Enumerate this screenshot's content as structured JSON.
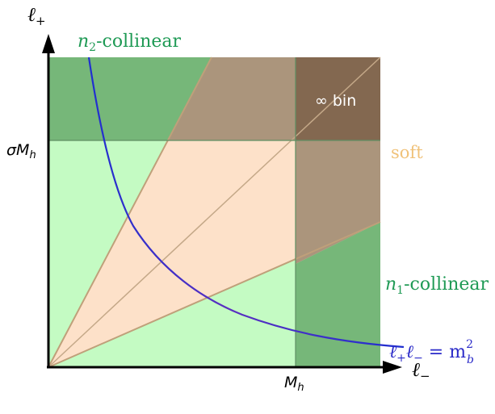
{
  "labels": {
    "y_axis": "ℓ",
    "y_axis_sub": "+",
    "x_axis": "ℓ",
    "x_axis_sub": "−",
    "y_tick": "σM",
    "y_tick_sub": "h",
    "x_tick": "M",
    "x_tick_sub": "h",
    "n2_collinear_n": "n",
    "n2_collinear_sub": "2",
    "n2_collinear_suffix": "-collinear",
    "n1_collinear_n": "n",
    "n1_collinear_sub": "1",
    "n1_collinear_suffix": "-collinear",
    "soft": "soft",
    "infinity_bin": "∞ bin",
    "curve_lhs_a": "ℓ",
    "curve_lhs_a_sub": "+",
    "curve_lhs_b": "ℓ",
    "curve_lhs_b_sub": "−",
    "curve_eq": " = m",
    "curve_eq_sub": "b",
    "curve_eq_sup": "2"
  },
  "colors": {
    "light_green": "#c4fbc3",
    "peach": "#fde1c9",
    "dark_green": "#76b779",
    "tan": "#ab957c",
    "dark_brown": "#836850",
    "curve": "#1f2fd0",
    "green_text": "#1f9a55",
    "soft_text": "#f0c27a",
    "curve_text": "#2a2ac8"
  }
}
